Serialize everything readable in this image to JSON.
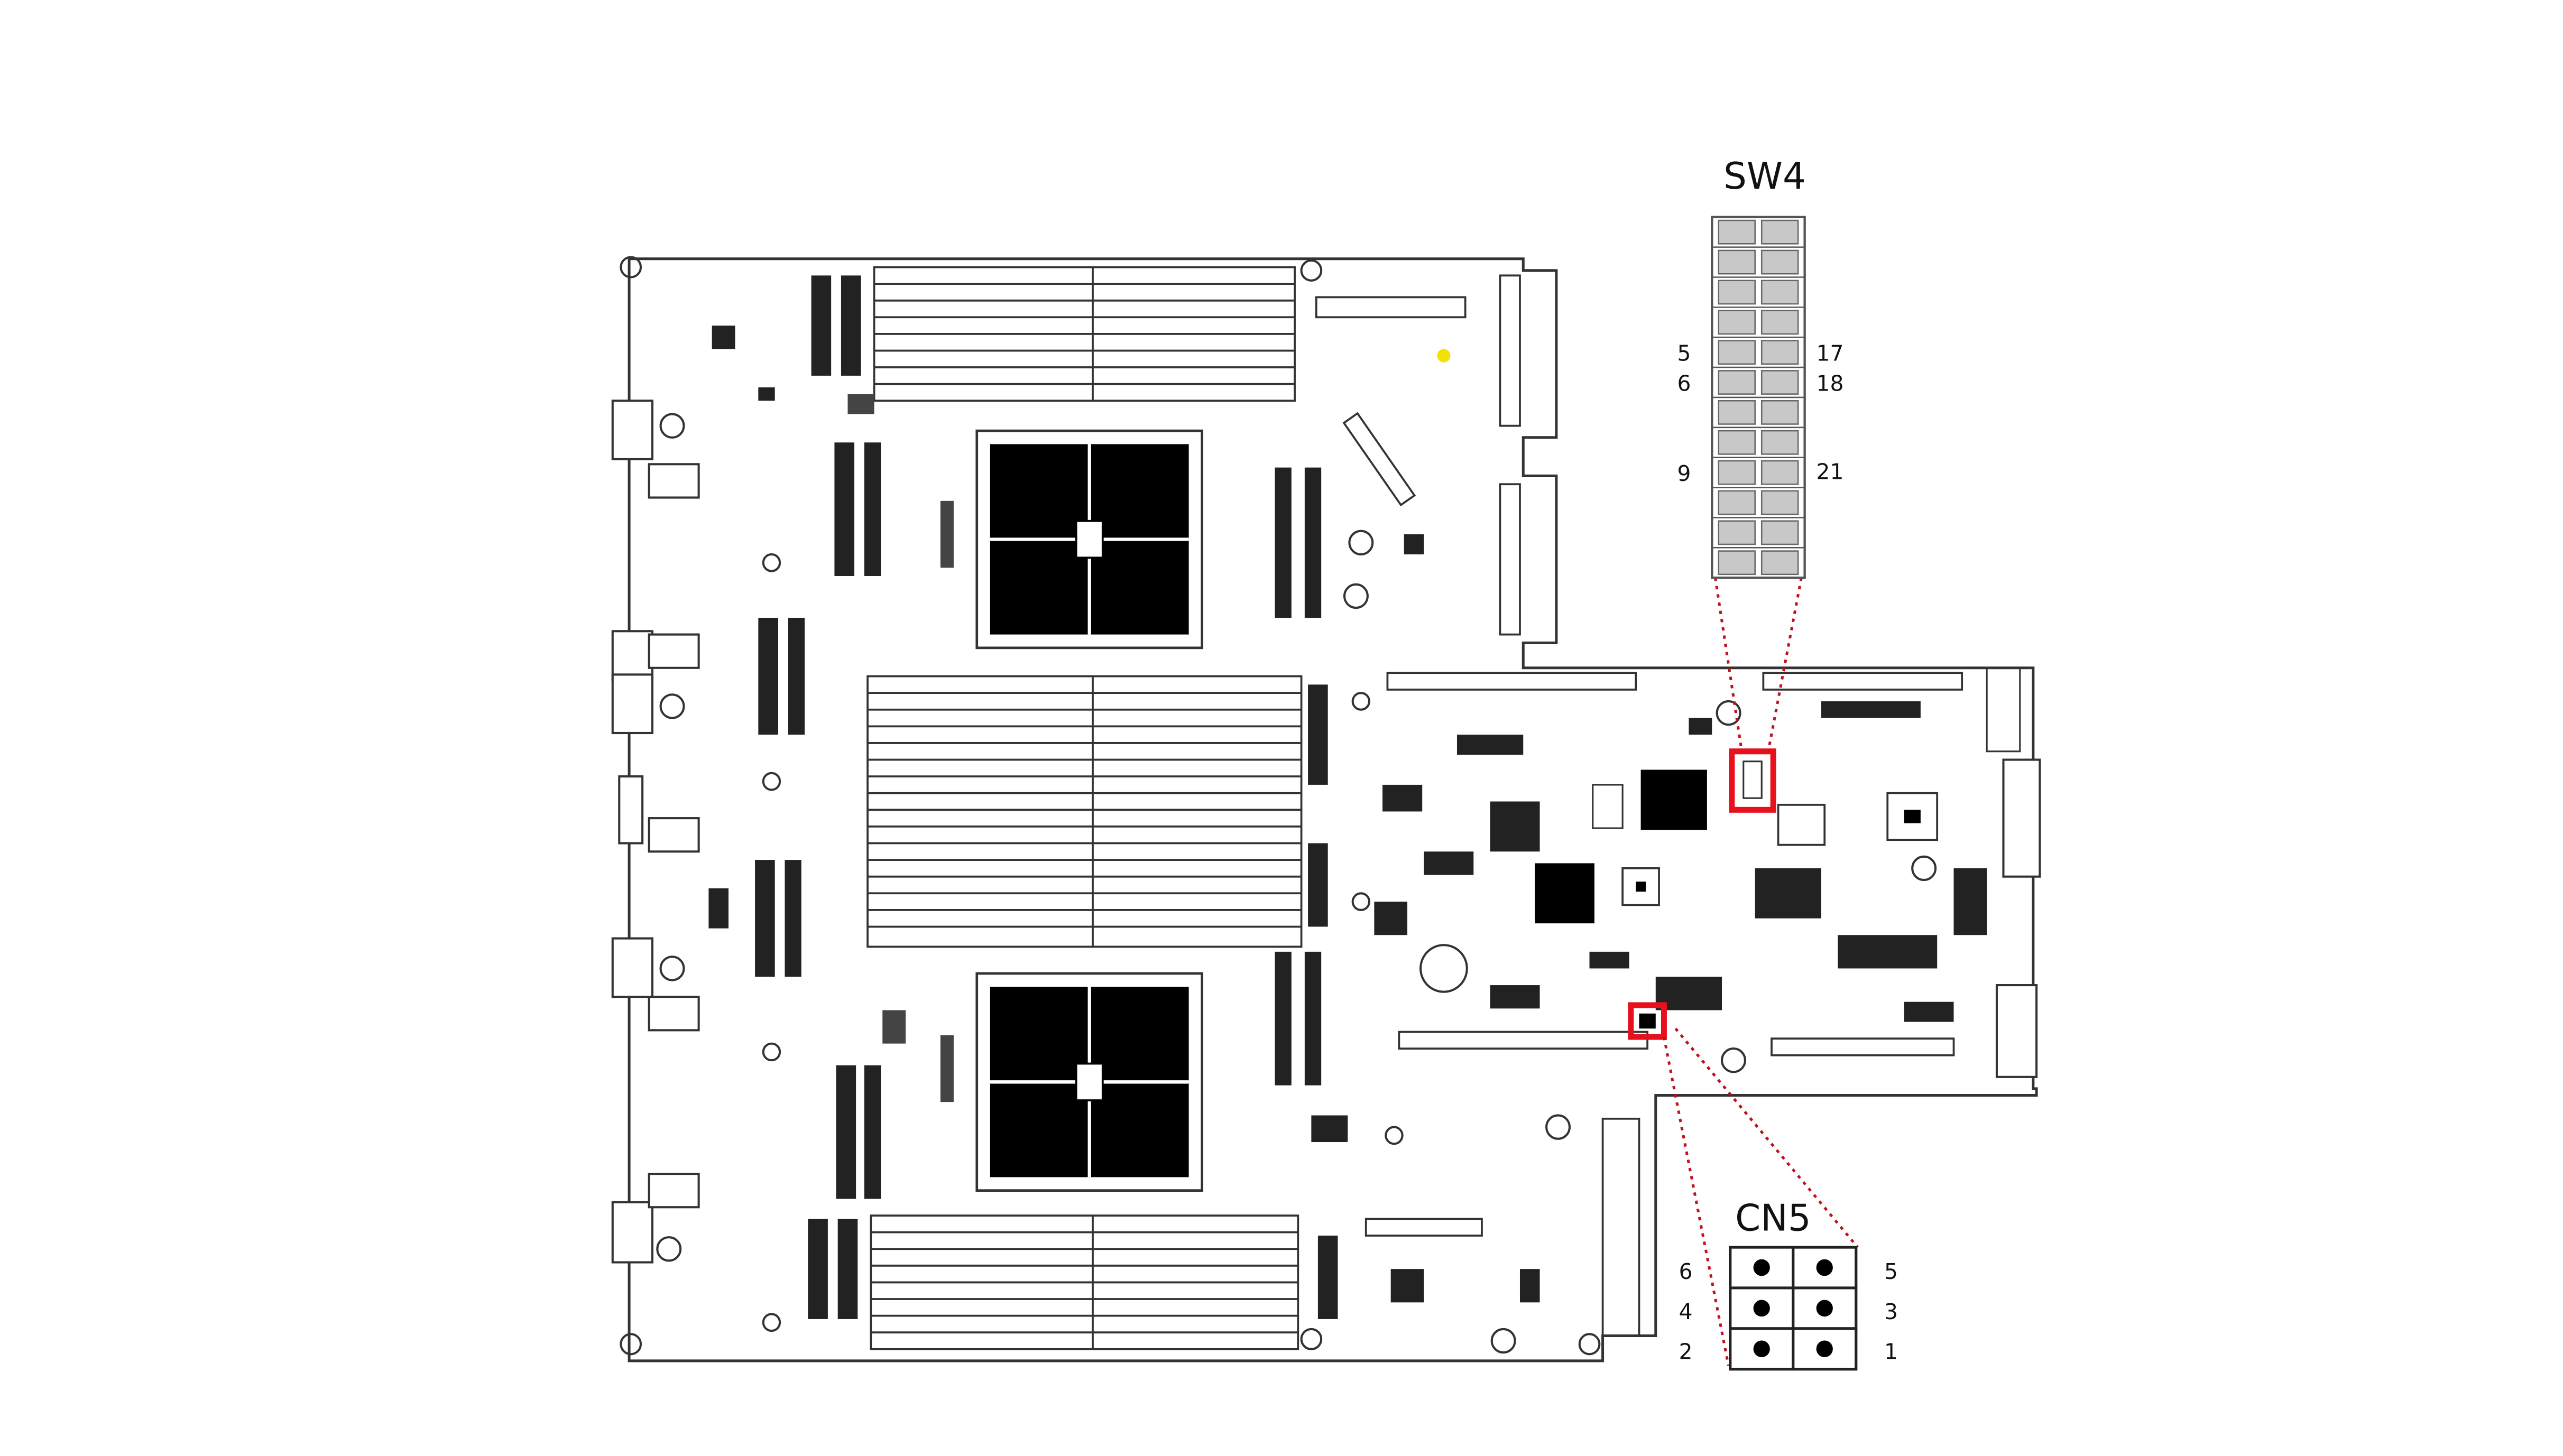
{
  "figure": {
    "sw4": {
      "title": "SW4",
      "left_labels": [
        "5",
        "6",
        "9"
      ],
      "right_labels": [
        "17",
        "18",
        "21"
      ],
      "switch_count": 12
    },
    "cn5": {
      "title": "CN5",
      "left_labels": [
        "6",
        "4",
        "2"
      ],
      "right_labels": [
        "5",
        "3",
        "1"
      ],
      "pin_rows": 3
    },
    "figure_id": "483452",
    "colors": {
      "board_line": "#333333",
      "component_fill": "#000000",
      "callout_box": "#e8101c",
      "callout_line": "#c0101a",
      "switch_fill": "#c8c8c8"
    }
  }
}
